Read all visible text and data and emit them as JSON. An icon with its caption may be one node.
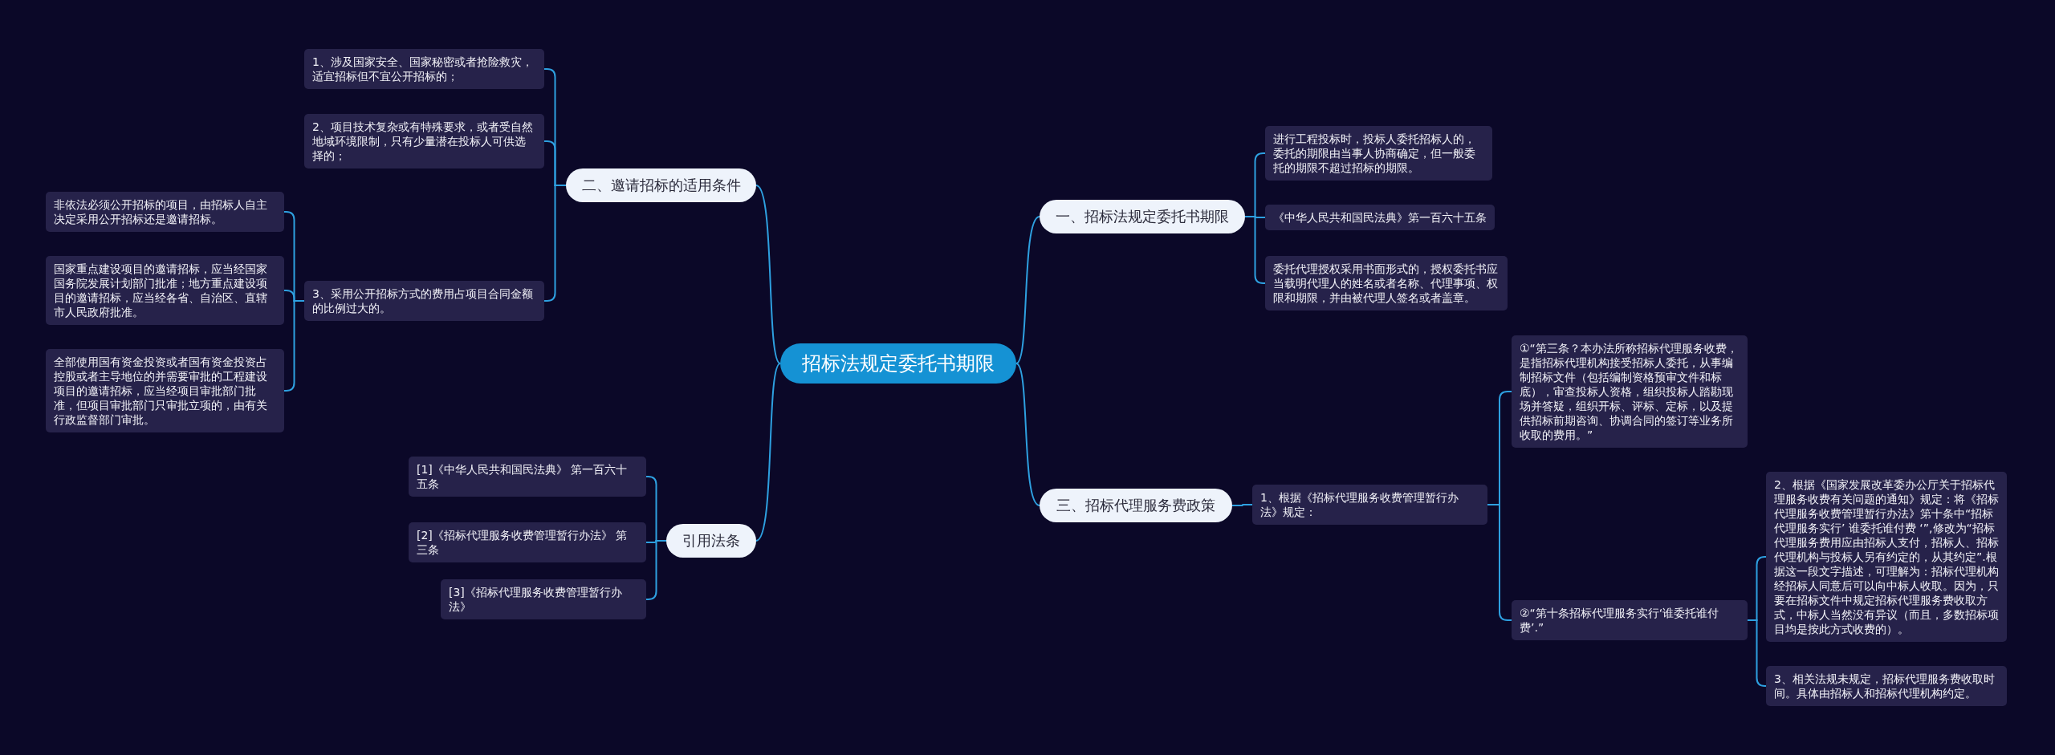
{
  "diagram": {
    "nodes": [
      {
        "text": [
          "招标法规定委托书期限"
        ]
      },
      {
        "text": [
          "二、邀请招标的适用条件"
        ]
      },
      {
        "text": [
          "1、涉及国家安全、国家秘密或者抢险救灾，适宜招标但不宜公开招标的；"
        ]
      },
      {
        "text": [
          "2、项目技术复杂或有特殊要求，或者受自然地域环境限制，只有少量潜在投标人可供选择的；"
        ]
      },
      {
        "text": [
          "3、采用公开招标方式的费用占项目合同金额的比例过大的。"
        ]
      },
      {
        "text": [
          "非依法必须公开招标的项目，由招标人自主决定采用公开招标还是邀请招标。"
        ]
      },
      {
        "text": [
          "国家重点建设项目的邀请招标，应当经国家国务院发展计划部门批准；地方重点建设项目的邀请招标，应当经各省、自治区、直辖市人民政府批准。"
        ]
      },
      {
        "text": [
          "全部使用国有资金投资或者国有资金投资占控股或者主导地位的并需要审批的工程建设项目的邀请招标，应当经项目审批部门批准，但项目审批部门只审批立项的，由有关行政监督部门审批。"
        ]
      },
      {
        "text": [
          "引用法条"
        ]
      },
      {
        "text": [
          "[1]《中华人民共和国民法典》 第一百六十五条"
        ]
      },
      {
        "text": [
          "[2]《招标代理服务收费管理暂行办法》 第三条"
        ]
      },
      {
        "text": [
          "[3]《招标代理服务收费管理暂行办法》"
        ]
      },
      {
        "text": [
          "一、招标法规定委托书期限"
        ]
      },
      {
        "text": [
          "进行工程投标时，投标人委托招标人的，委托的期限由当事人协商确定，但一般委托的期限不超过招标的期限。"
        ]
      },
      {
        "text": [
          "《中华人民共和国民法典》第一百六十五条"
        ]
      },
      {
        "text": [
          "委托代理授权采用书面形式的，授权委托书应当载明代理人的姓名或者名称、代理事项、权限和期限，并由被代理人签名或者盖章。"
        ]
      },
      {
        "text": [
          "三、招标代理服务费政策"
        ]
      },
      {
        "text": [
          "1、根据《招标代理服务收费管理暂行办法》规定："
        ]
      },
      {
        "text": [
          "①“第三条？本办法所称招标代理服务收费，是指招标代理机构接受招标人委托，从事编制招标文件（包括编制资格预审文件和标底），审查投标人资格，组织投标人踏勘现场并答疑，组织开标、评标、定标，以及提供招标前期咨询、协调合同的签订等业务所收取的费用。”"
        ]
      },
      {
        "text": [
          "②“第十条招标代理服务实行‘谁委托谁付费’.”"
        ]
      },
      {
        "text": [
          "2、根据《国家发展改革委办公厅关于招标代理服务收费有关问题的通知》规定：将《招标代理服务收费管理暂行办法》第十条中“招标代理服务实行’ 谁委托谁付费 ‘”,修改为“招标代理服务费用应由招标人支付，招标人、招标代理机构与投标人另有约定的，从其约定”.根据这一段文字描述，可理解为：招标代理机构经招标人同意后可以向中标人收取。因为，只要在招标文件中规定招标代理服务费收取方式，中标人当然没有异议（而且，多数招标项目均是按此方式收费的）。"
        ]
      },
      {
        "text": [
          "3、相关法规未规定，招标代理服务费收取时间。具体由招标人和招标代理机构约定。"
        ]
      }
    ],
    "edges": [
      {
        "from": 0,
        "to": 1,
        "arrow": "none"
      },
      {
        "from": 1,
        "to": 2,
        "arrow": "none"
      },
      {
        "from": 1,
        "to": 3,
        "arrow": "none"
      },
      {
        "from": 1,
        "to": 4,
        "arrow": "none"
      },
      {
        "from": 4,
        "to": 5,
        "arrow": "none"
      },
      {
        "from": 4,
        "to": 6,
        "arrow": "none"
      },
      {
        "from": 4,
        "to": 7,
        "arrow": "none"
      },
      {
        "from": 0,
        "to": 8,
        "arrow": "none"
      },
      {
        "from": 8,
        "to": 9,
        "arrow": "none"
      },
      {
        "from": 8,
        "to": 10,
        "arrow": "none"
      },
      {
        "from": 8,
        "to": 11,
        "arrow": "none"
      },
      {
        "from": 0,
        "to": 12,
        "arrow": "none"
      },
      {
        "from": 12,
        "to": 13,
        "arrow": "none"
      },
      {
        "from": 12,
        "to": 14,
        "arrow": "none"
      },
      {
        "from": 12,
        "to": 15,
        "arrow": "none"
      },
      {
        "from": 0,
        "to": 16,
        "arrow": "none"
      },
      {
        "from": 16,
        "to": 17,
        "arrow": "none"
      },
      {
        "from": 17,
        "to": 18,
        "arrow": "none"
      },
      {
        "from": 17,
        "to": 19,
        "arrow": "none"
      },
      {
        "from": 19,
        "to": 20,
        "arrow": "none"
      },
      {
        "from": 19,
        "to": 21,
        "arrow": "none"
      }
    ]
  }
}
